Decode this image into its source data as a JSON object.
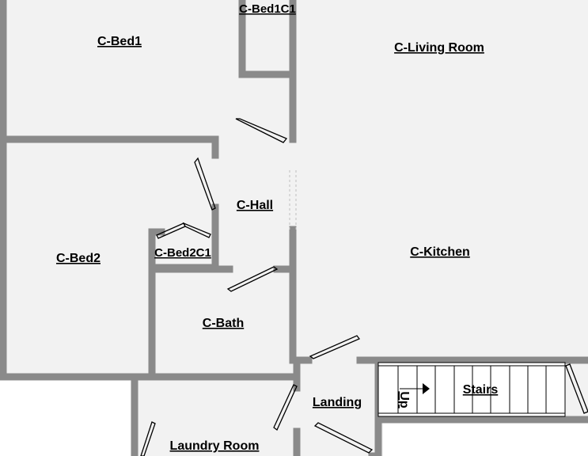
{
  "rooms": {
    "bed1": "C-Bed1",
    "bed1_closet": "C-Bed1C1",
    "living": "C-Living Room",
    "hall": "C-Hall",
    "bed2": "C-Bed2",
    "bed2_closet": "C-Bed2C1",
    "kitchen": "C-Kitchen",
    "bath": "C-Bath",
    "landing": "Landing",
    "stairs": "Stairs",
    "laundry": "Laundry Room"
  },
  "stairs_direction": "Up",
  "colors": {
    "floor": "#f2f2f2",
    "wall": "#8a8a8a",
    "outline": "#000000"
  }
}
